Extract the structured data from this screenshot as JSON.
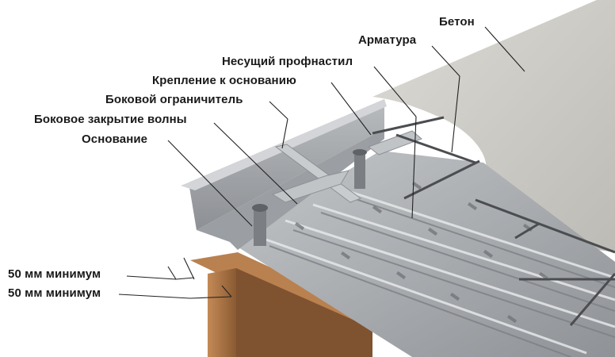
{
  "diagram": {
    "labels": {
      "concrete": "Бетон",
      "rebar": "Арматура",
      "load_bearing_deck": "Несущий профнастил",
      "base_fastening": "Крепление к основанию",
      "side_restrainer": "Боковой ограничитель",
      "side_wave_closure": "Боковое закрытие волны",
      "base": "Основание",
      "min_distance_1": "50 мм минимум",
      "min_distance_2": "50 мм минимум"
    },
    "colors": {
      "concrete": "#cfcdc8",
      "steel_deck": "#a9acaf",
      "steel_beam": "#b07a4a",
      "leader_line": "#222222"
    }
  }
}
